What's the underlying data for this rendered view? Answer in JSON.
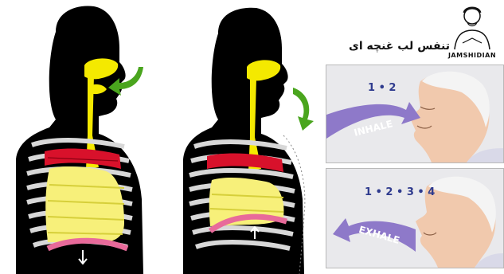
{
  "heading": "تنفس لب غنچه ای",
  "logo": {
    "text": "JAMSHIDIAN"
  },
  "inhale_panel": {
    "count": "1 • 2",
    "arrow_label": "INHALE"
  },
  "exhale_panel": {
    "count": "1 • 2 • 3 • 4",
    "arrow_label": "EXHALE"
  },
  "colors": {
    "body": "#000000",
    "airway": "#f4e900",
    "lung": "#f7f07a",
    "muscle": "#d8112b",
    "diaphragm": "#e86a9a",
    "rib": "#e6e6e6",
    "arrow_green": "#4aa51e",
    "arrow_purple": "#8e79c9",
    "panel_bg": "#e9e9ec"
  },
  "icons": [
    "inhale-arrow-icon",
    "exhale-arrow-icon",
    "green-arrow-icon"
  ]
}
